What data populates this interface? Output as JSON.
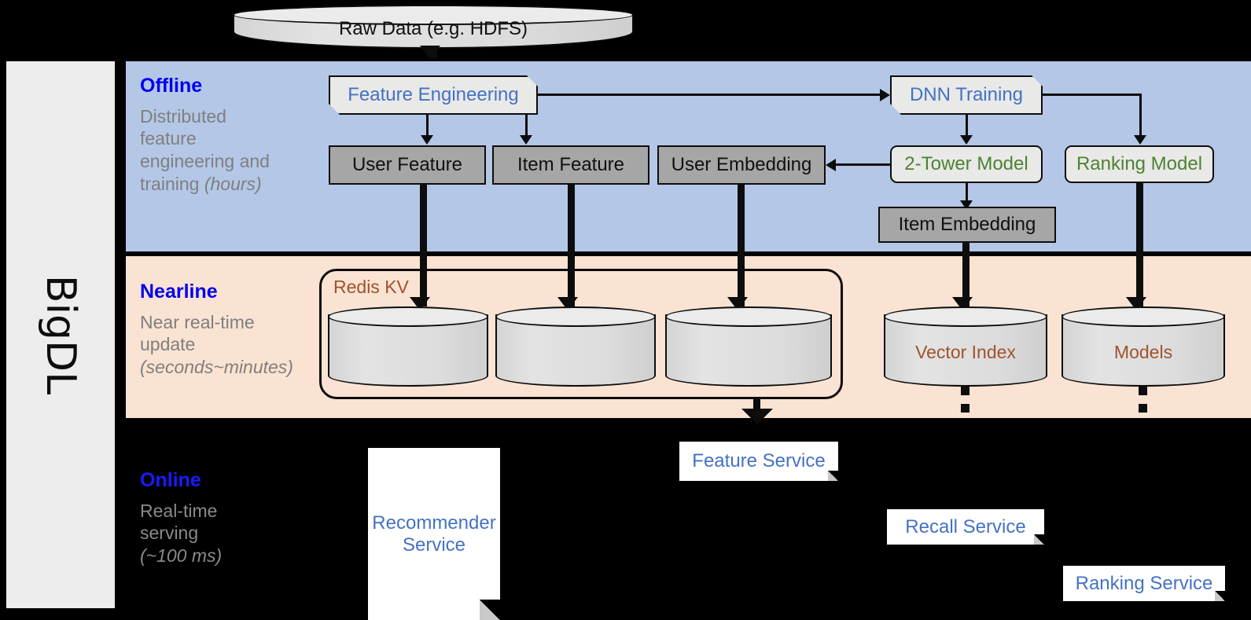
{
  "sidebar": {
    "label": "BigDL"
  },
  "bands": [
    {
      "id": "offline",
      "title": "Offline",
      "subtitle": "Distributed feature engineering and ",
      "subtitle_italic": "(hours)"
    },
    {
      "id": "nearline",
      "title": "Nearline",
      "subtitle": "Near real-time update ",
      "subtitle_italic": "(seconds~minutes)"
    },
    {
      "id": "online",
      "title": "Online",
      "subtitle": "Real-time serving ",
      "subtitle_italic": "(~100 ms)"
    }
  ],
  "band_text": {
    "offline_line1": "Distributed",
    "offline_line2": "feature",
    "offline_line3": "engineering and",
    "offline_line4": "training",
    "offline_italic": "(hours)",
    "nearline_line1": "Near real-time",
    "nearline_line2": "update",
    "nearline_italic": "(seconds~minutes)",
    "online_line1": "Real-time",
    "online_line2": "serving",
    "online_italic": "(~100 ms)"
  },
  "nodes": {
    "raw_data": "Raw Data (e.g. HDFS)",
    "feature_engineering": "Feature Engineering",
    "dnn_training": "DNN Training",
    "user_feature": "User Feature",
    "item_feature": "Item Feature",
    "user_embedding": "User Embedding",
    "two_tower_model": "2-Tower Model",
    "ranking_model": "Ranking Model",
    "item_embedding": "Item Embedding",
    "redis_kv": "Redis KV",
    "vector_index": "Vector Index",
    "models": "Models",
    "feature_service": "Feature Service",
    "recommender_service": "Recommender Service",
    "recall_service": "Recall Service",
    "ranking_service": "Ranking Service"
  },
  "colors": {
    "offline_band": "#b4c7e7",
    "nearline_band": "#fae3d2",
    "online_band": "#000000",
    "sidebar": "#ededed",
    "band_title": "#0000ee",
    "band_subtitle": "#7f7f7f",
    "process_text": "#4472c4",
    "model_text": "#4e8234",
    "store_text": "#a0522d",
    "data_box_fill": "#a6a6a6",
    "shape_fill": "#e9e9e7",
    "stroke": "#0d0d0d"
  }
}
